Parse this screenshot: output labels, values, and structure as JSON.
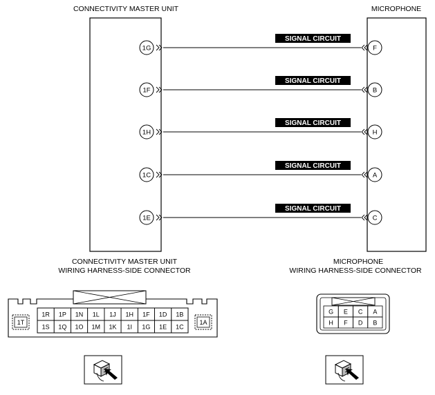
{
  "diagram": {
    "left_unit_title": "CONNECTIVITY MASTER UNIT",
    "right_unit_title": "MICROPHONE",
    "circuits": [
      {
        "label": "SIGNAL CIRCUIT",
        "from_pin": "1G",
        "to_pin": "F"
      },
      {
        "label": "SIGNAL CIRCUIT",
        "from_pin": "1F",
        "to_pin": "B"
      },
      {
        "label": "SIGNAL CIRCUIT",
        "from_pin": "1H",
        "to_pin": "H"
      },
      {
        "label": "SIGNAL CIRCUIT",
        "from_pin": "1C",
        "to_pin": "A"
      },
      {
        "label": "SIGNAL CIRCUIT",
        "from_pin": "1E",
        "to_pin": "C"
      }
    ],
    "left_connector": {
      "caption_line1": "CONNECTIVITY MASTER UNIT",
      "caption_line2": "WIRING HARNESS-SIDE CONNECTOR",
      "side_left": "1T",
      "side_right": "1A",
      "top_row": [
        "1R",
        "1P",
        "1N",
        "1L",
        "1J",
        "1H",
        "1F",
        "1D",
        "1B"
      ],
      "bottom_row": [
        "1S",
        "1Q",
        "1O",
        "1M",
        "1K",
        "1I",
        "1G",
        "1E",
        "1C"
      ]
    },
    "right_connector": {
      "caption_line1": "MICROPHONE",
      "caption_line2": "WIRING HARNESS-SIDE CONNECTOR",
      "top_row": [
        "G",
        "E",
        "C",
        "A"
      ],
      "bottom_row": [
        "H",
        "F",
        "D",
        "B"
      ]
    }
  }
}
